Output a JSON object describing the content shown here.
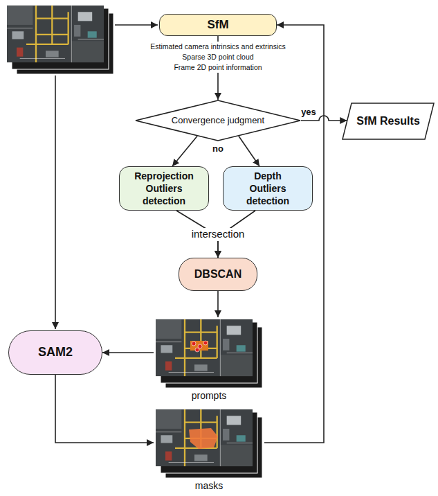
{
  "diagram": {
    "nodes": [
      {
        "text": [
          "SfM"
        ]
      },
      {
        "text": [
          "Convergence judgment"
        ]
      },
      {
        "text": [
          "SfM Results"
        ]
      },
      {
        "text": [
          "Reprojection Outliers detection"
        ]
      },
      {
        "text": [
          "Depth Outliers detection"
        ]
      },
      {
        "text": [
          "DBSCAN"
        ]
      },
      {
        "text": [
          "prompts"
        ]
      },
      {
        "text": [
          "SAM2"
        ]
      },
      {
        "text": [
          "masks"
        ]
      }
    ],
    "edges": [
      {
        "from": 0,
        "to": 1,
        "arrow": "to"
      },
      {
        "from": 1,
        "to": 2,
        "label": "yes",
        "arrow": "to"
      },
      {
        "from": 1,
        "to": 3,
        "arrow": "to"
      },
      {
        "from": 1,
        "to": 4,
        "arrow": "to"
      },
      {
        "from": 3,
        "to": 5,
        "arrow": "to"
      },
      {
        "from": 4,
        "to": 5,
        "arrow": "to"
      },
      {
        "from": 5,
        "to": 6,
        "arrow": "to"
      },
      {
        "from": 6,
        "to": 7,
        "arrow": "to"
      },
      {
        "from": 7,
        "to": 8,
        "arrow": "to"
      },
      {
        "from": 8,
        "to": 0,
        "arrow": "to"
      }
    ],
    "labels": [
      "Estimated camera intrinsics and extrinsics",
      "Sparse 3D point cloud",
      "Frame 2D point information",
      "no",
      "intersection"
    ]
  }
}
